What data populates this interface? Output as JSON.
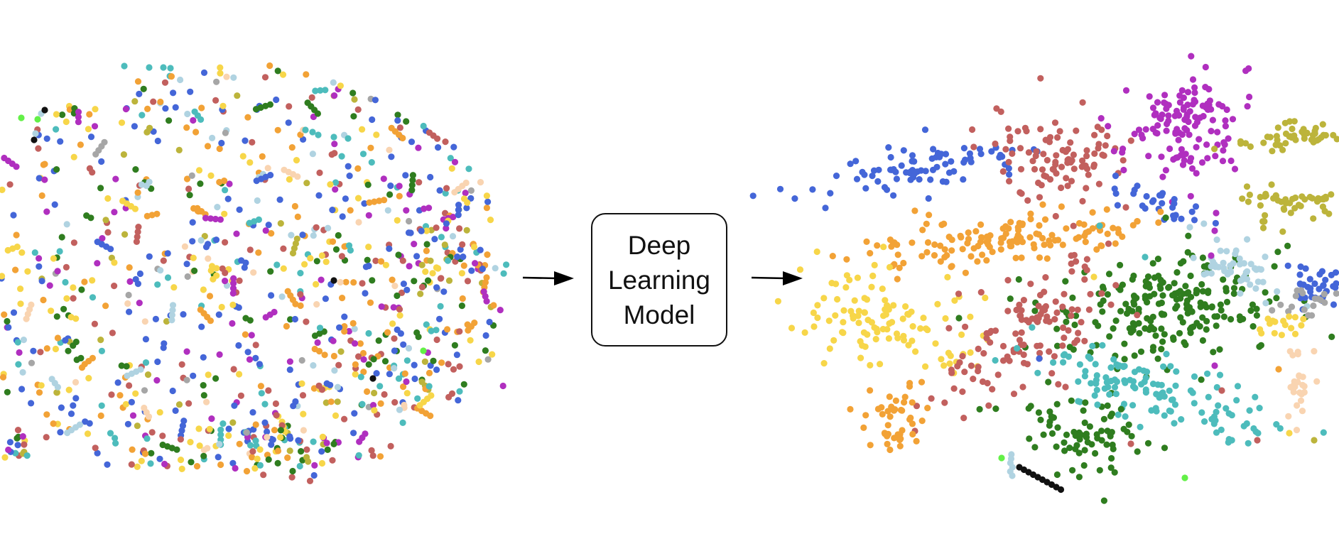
{
  "model": {
    "lines": [
      "Deep",
      "Learning",
      "Model"
    ]
  },
  "palette": {
    "blue": "#4466d8",
    "yellow": "#f7d649",
    "orange": "#f2a236",
    "red": "#c2605e",
    "magenta": "#b02fbf",
    "green": "#2f7d1f",
    "teal": "#4dbcbc",
    "lightblue": "#b0d3e1",
    "olive": "#bcb43b",
    "peach": "#f9d4b1",
    "gray": "#a6a6a6",
    "lime": "#63f047",
    "black": "#111111",
    "arrow": "#000000"
  },
  "scatter_before": {
    "description_free": true
  },
  "scatter_after": {
    "description_free": true
  }
}
